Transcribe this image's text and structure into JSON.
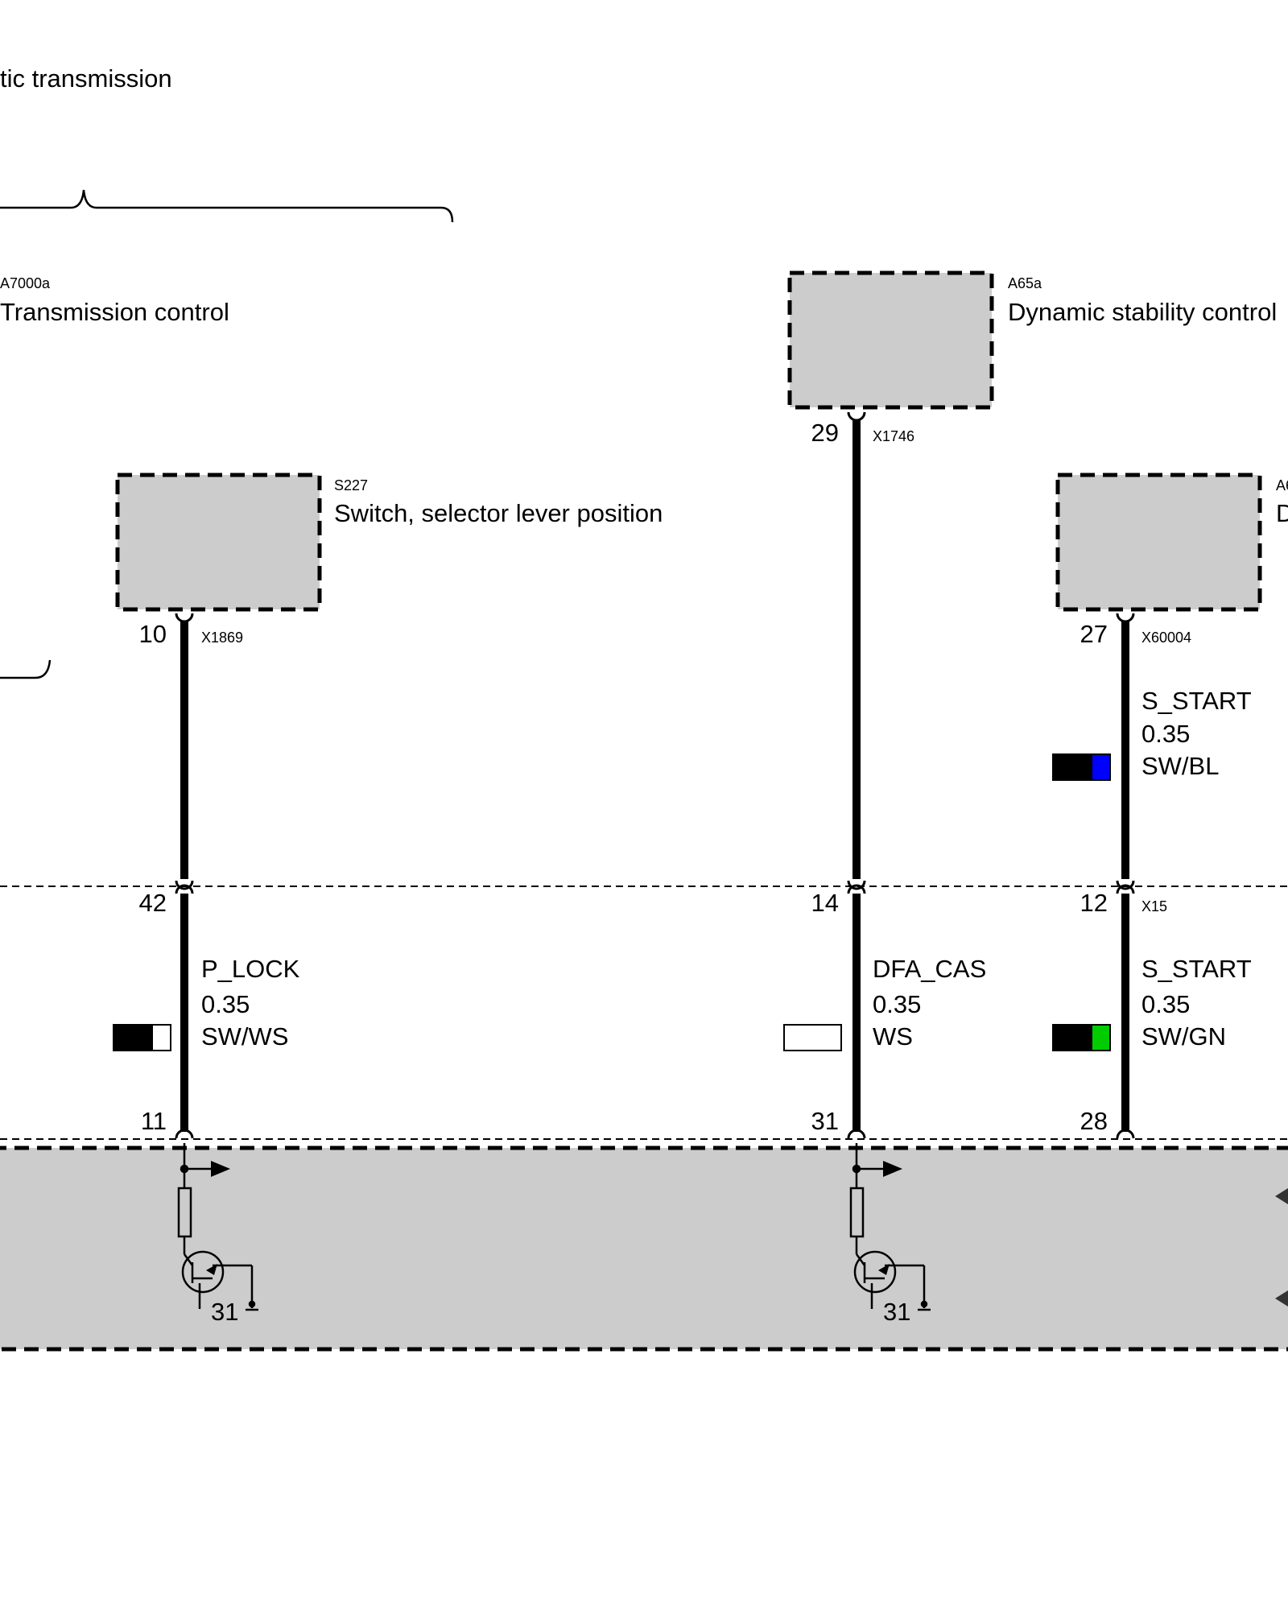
{
  "title": "tic transmission",
  "colors": {
    "box_fill": "#cccccc",
    "wire": "#000000",
    "blue": "#0000ff",
    "green": "#00cc00"
  },
  "components": {
    "a7000a": {
      "code": "A7000a",
      "name": "Transmission control"
    },
    "a65a": {
      "code": "A65a",
      "name": "Dynamic stability control"
    },
    "s227": {
      "code": "S227",
      "name": "Switch, selector lever position"
    },
    "right_partial": {
      "code": "A6",
      "name": "D"
    }
  },
  "connectors": {
    "x1869": "X1869",
    "x1746": "X1746",
    "x60004": "X60004",
    "x15": "X15"
  },
  "pins": {
    "s227_out": "10",
    "a65a_out": "29",
    "right_out": "27",
    "x15_left": "42",
    "x15_mid": "14",
    "x15_right": "12",
    "bottom_left": "11",
    "bottom_mid": "31",
    "bottom_right": "28",
    "ground_left": "31",
    "ground_mid": "31"
  },
  "wires": {
    "s_start_upper": {
      "signal": "S_START",
      "size": "0.35",
      "color": "SW/BL",
      "stripe": "#0000ff"
    },
    "p_lock": {
      "signal": "P_LOCK",
      "size": "0.35",
      "color": "SW/WS",
      "stripe": "#ffffff"
    },
    "dfa_cas": {
      "signal": "DFA_CAS",
      "size": "0.35",
      "color": "WS",
      "stripe": "#ffffff"
    },
    "s_start_lower": {
      "signal": "S_START",
      "size": "0.35",
      "color": "SW/GN",
      "stripe": "#00cc00"
    }
  }
}
